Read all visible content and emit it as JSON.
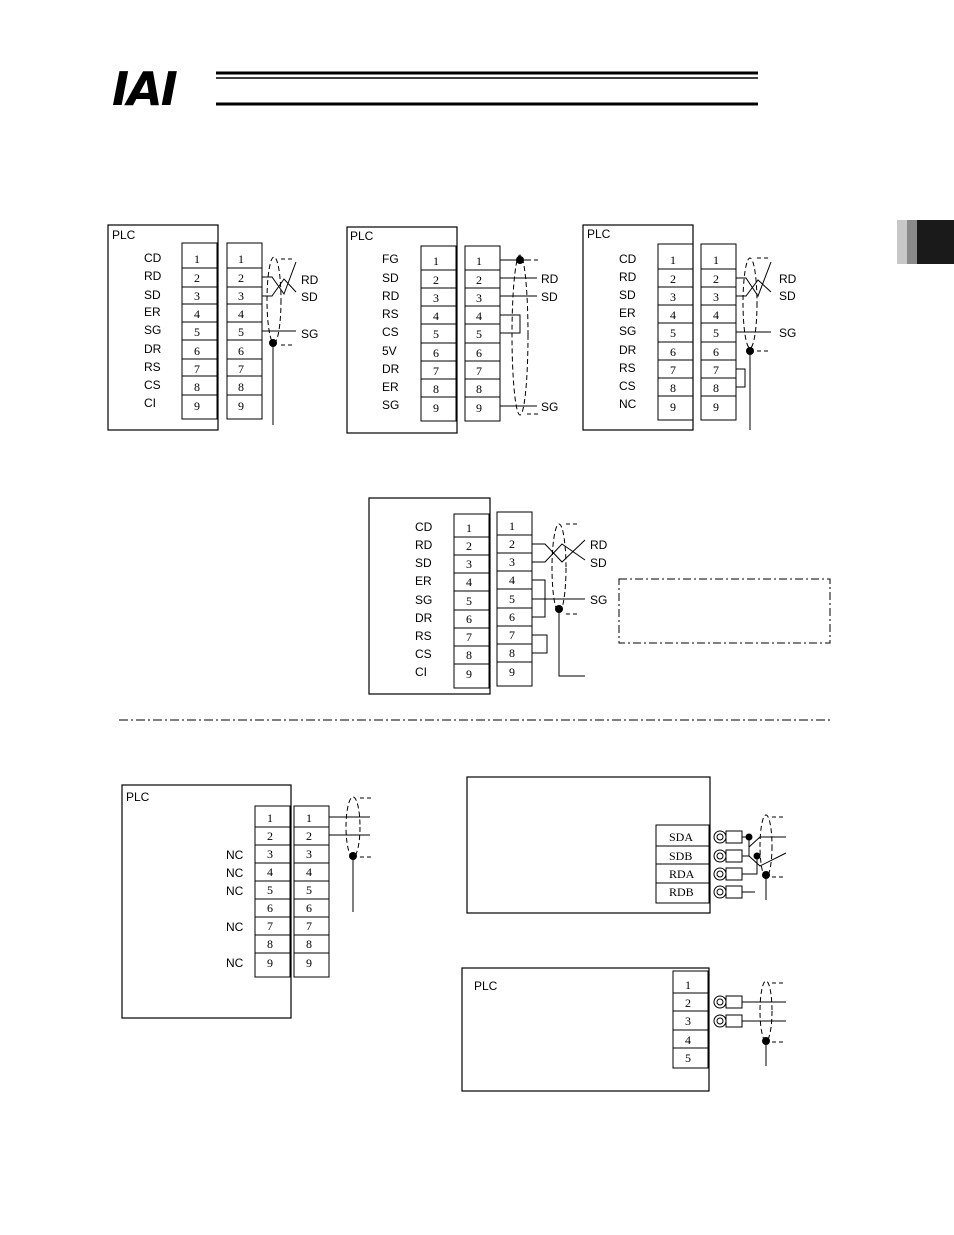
{
  "header": {
    "logo_text": "IAI"
  },
  "diagrams": {
    "d1": {
      "device_label": "PLC",
      "signals": [
        "CD",
        "RD",
        "SD",
        "ER",
        "SG",
        "DR",
        "RS",
        "CS",
        "CI"
      ],
      "pins": [
        "1",
        "2",
        "3",
        "4",
        "5",
        "6",
        "7",
        "8",
        "9"
      ],
      "wire_labels": [
        "RD",
        "SD",
        "SG"
      ]
    },
    "d2": {
      "device_label": "PLC",
      "signals": [
        "FG",
        "SD",
        "RD",
        "RS",
        "CS",
        "5V",
        "DR",
        "ER",
        "SG"
      ],
      "pins": [
        "1",
        "2",
        "3",
        "4",
        "5",
        "6",
        "7",
        "8",
        "9"
      ],
      "wire_labels": [
        "RD",
        "SD",
        "SG"
      ]
    },
    "d3": {
      "device_label": "PLC",
      "signals": [
        "CD",
        "RD",
        "SD",
        "ER",
        "SG",
        "DR",
        "RS",
        "CS",
        "NC"
      ],
      "pins": [
        "1",
        "2",
        "3",
        "4",
        "5",
        "6",
        "7",
        "8",
        "9"
      ],
      "wire_labels": [
        "RD",
        "SD",
        "SG"
      ]
    },
    "d4": {
      "signals": [
        "CD",
        "RD",
        "SD",
        "ER",
        "SG",
        "DR",
        "RS",
        "CS",
        "CI"
      ],
      "pins": [
        "1",
        "2",
        "3",
        "4",
        "5",
        "6",
        "7",
        "8",
        "9"
      ],
      "wire_labels": [
        "RD",
        "SD",
        "SG"
      ]
    },
    "d5": {
      "device_label": "PLC",
      "signals": [
        "",
        "",
        "NC",
        "NC",
        "NC",
        "",
        "NC",
        "",
        "NC"
      ],
      "pins": [
        "1",
        "2",
        "3",
        "4",
        "5",
        "6",
        "7",
        "8",
        "9"
      ]
    },
    "d6": {
      "terminals": [
        "SDA",
        "SDB",
        "RDA",
        "RDB"
      ]
    },
    "d7": {
      "device_label": "PLC",
      "pins": [
        "1",
        "2",
        "3",
        "4",
        "5"
      ]
    }
  }
}
